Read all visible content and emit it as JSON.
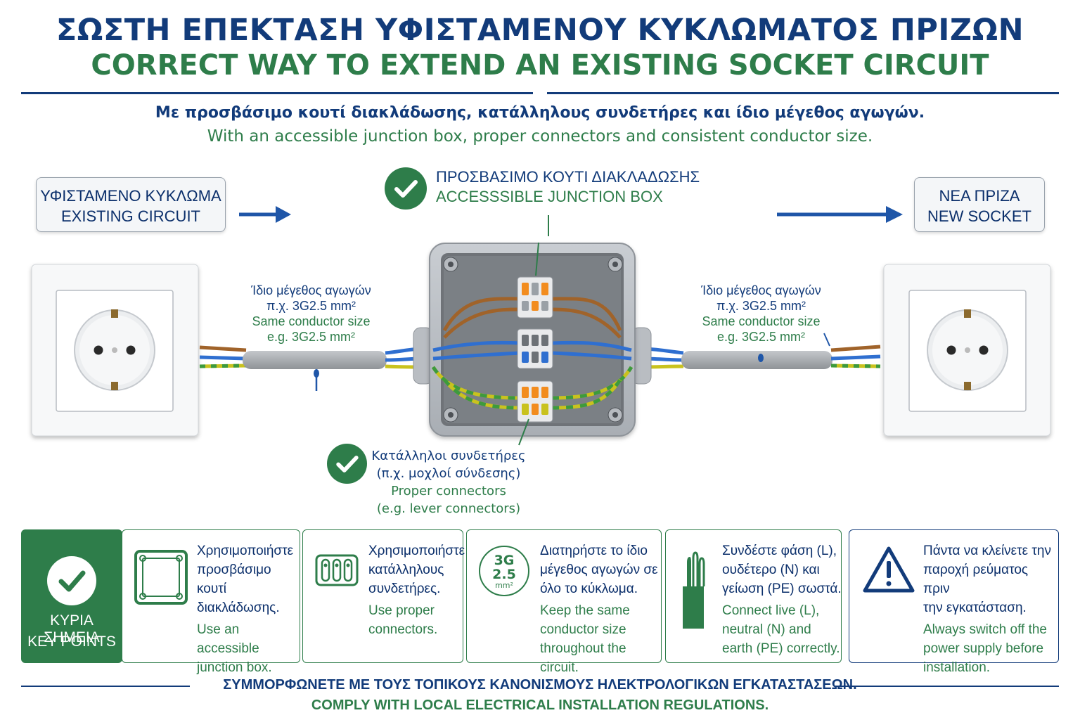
{
  "header": {
    "title_gr": "ΣΩΣΤΗ ΕΠΕΚΤΑΣΗ ΥΦΙΣΤΑΜΕΝΟΥ ΚΥΚΛΩΜΑΤΟΣ ΠΡΙΖΩΝ",
    "title_en": "CORRECT WAY TO EXTEND AN EXISTING SOCKET CIRCUIT",
    "subtitle_gr": "Με προσβάσιμο κουτί διακλάδωσης, κατάλληλους συνδετήρες και ίδιο μέγεθος αγωγών.",
    "subtitle_en": "With an accessible junction box, proper connectors and consistent conductor size."
  },
  "diagram": {
    "existing_circuit": {
      "gr": "ΥΦΙΣΤΑΜΕΝΟ ΚΥΚΛΩΜΑ",
      "en": "EXISTING CIRCUIT"
    },
    "new_socket": {
      "gr": "ΝΕΑ ΠΡΙΖΑ",
      "en": "NEW SOCKET"
    },
    "junction_box": {
      "gr": "ΠΡΟΣΒΑΣΙΜΟ ΚΟΥΤΙ ΔΙΑΚΛΑΔΩΣΗΣ",
      "en": "ACCESSSIBLE JUNCTION BOX"
    },
    "conductor_left": {
      "gr_line1": "Ίδιο μέγεθος αγωγών",
      "gr_line2": "π.χ. 3G2.5 mm²",
      "en_line1": "Same conductor size",
      "en_line2": "e.g. 3G2.5 mm²"
    },
    "conductor_right": {
      "gr_line1": "Ίδιο μέγεθος αγωγών",
      "gr_line2": "π.χ. 3G2.5 mm²",
      "en_line1": "Same conductor size",
      "en_line2": "e.g. 3G2.5 mm²"
    },
    "connectors": {
      "gr_line1": "Κατάλληλοι συνδετήρες",
      "gr_line2": "(π.χ. μοχλοί σύνδεσης)",
      "en_line1": "Proper connectors",
      "en_line2": "(e.g. lever connectors)"
    }
  },
  "key_points": {
    "title_gr": "ΚΥΡΙΑ ΣΗΜΕΙΑ",
    "title_en": "KEY POINTS",
    "items": [
      {
        "icon": "junction-box-icon",
        "gr": [
          "Χρησιμοποιήστε",
          "προσβάσιμο κουτί",
          "διακλάδωσης."
        ],
        "en": [
          "Use an accessible",
          "junction box."
        ]
      },
      {
        "icon": "lever-connector-icon",
        "gr": [
          "Χρησιμοποιήστε",
          "κατάλληλους",
          "συνδετήρες."
        ],
        "en": [
          "Use proper",
          "connectors."
        ]
      },
      {
        "icon": "conductor-size-icon",
        "icon_text": [
          "3G",
          "2.5",
          "mm²"
        ],
        "gr": [
          "Διατηρήστε το ίδιο",
          "μέγεθος αγωγών σε",
          "όλο το κύκλωμα."
        ],
        "en": [
          "Keep the same",
          "conductor size",
          "throughout the circuit."
        ]
      },
      {
        "icon": "wires-icon",
        "gr": [
          "Συνδέστε φάση (L),",
          "ουδέτερο (N) και",
          "γείωση (PE) σωστά."
        ],
        "en": [
          "Connect live (L),",
          "neutral (N) and",
          "earth (PE) correctly."
        ]
      },
      {
        "icon": "warning-icon",
        "gr": [
          "Πάντα να κλείνετε την",
          "παροχή ρεύματος πριν",
          "την εγκατάσταση."
        ],
        "en": [
          "Always switch off the",
          "power supply before",
          "installation."
        ]
      }
    ]
  },
  "footer": {
    "gr": "ΣΥΜΜΟΡΦΩΝΕΤΕ ΜΕ ΤΟΥΣ ΤΟΠΙΚΟΥΣ ΚΑΝΟΝΙΣΜΟΥΣ ΗΛΕΚΤΡΟΛΟΓΙΚΩΝ ΕΓΚΑΤΑΣΤΑΣΕΩΝ.",
    "en": "COMPLY WITH LOCAL ELECTRICAL INSTALLATION REGULATIONS."
  },
  "colors": {
    "navy": "#123b7a",
    "green": "#2e7d4a",
    "live_brown": "#a0632a",
    "neutral_blue": "#2f6fd0",
    "earth_yellow": "#c9c21e",
    "earth_green": "#3d9a3d"
  }
}
